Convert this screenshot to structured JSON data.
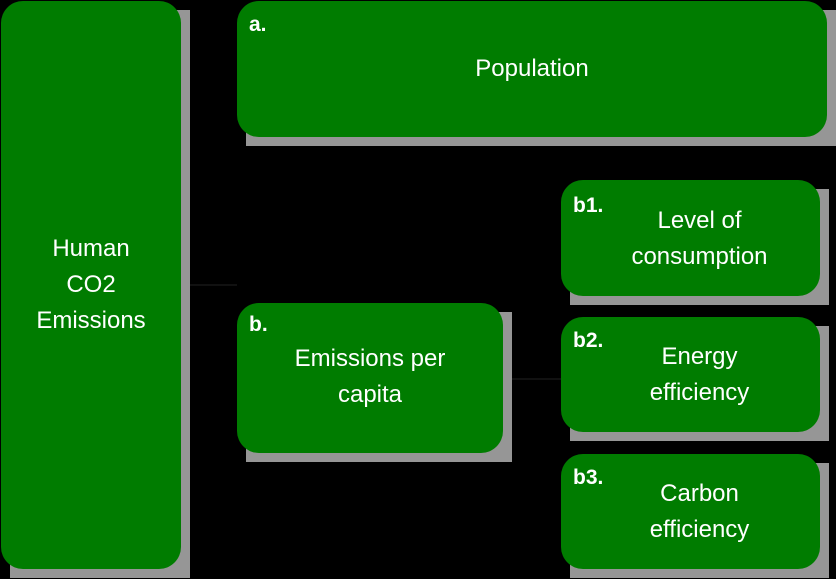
{
  "diagram": {
    "root": {
      "label_lines": [
        "Human",
        "CO2",
        "Emissions"
      ]
    },
    "nodes": {
      "a": {
        "tag": "a.",
        "label_lines": [
          "Population"
        ]
      },
      "b": {
        "tag": "b.",
        "label_lines": [
          "Emissions per",
          "capita"
        ]
      },
      "b1": {
        "tag": "b1.",
        "label_lines": [
          "Level of",
          "consumption"
        ]
      },
      "b2": {
        "tag": "b2.",
        "label_lines": [
          "Energy",
          "efficiency"
        ]
      },
      "b3": {
        "tag": "b3.",
        "label_lines": [
          "Carbon",
          "efficiency"
        ]
      }
    },
    "edges": [
      [
        "root",
        "a"
      ],
      [
        "root",
        "b"
      ],
      [
        "b",
        "b1"
      ],
      [
        "b",
        "b2"
      ],
      [
        "b",
        "b3"
      ]
    ],
    "colors": {
      "box_fill": "#007c00",
      "shadow": "#969696",
      "background": "#000000",
      "text": "#ffffff"
    }
  }
}
